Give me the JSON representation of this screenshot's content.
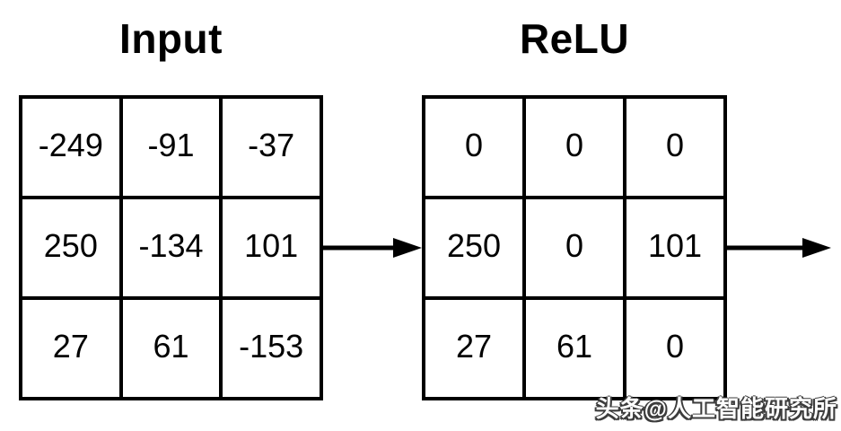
{
  "matrices": {
    "input": {
      "title": "Input",
      "rows": [
        [
          "-249",
          "-91",
          "-37"
        ],
        [
          "250",
          "-134",
          "101"
        ],
        [
          "27",
          "61",
          "-153"
        ]
      ]
    },
    "relu": {
      "title": "ReLU",
      "rows": [
        [
          "0",
          "0",
          "0"
        ],
        [
          "250",
          "0",
          "101"
        ],
        [
          "27",
          "61",
          "0"
        ]
      ]
    }
  },
  "icons": {
    "arrow_between": "arrow-right-icon",
    "arrow_output": "arrow-right-icon"
  },
  "watermark": {
    "text": "头条@人工智能研究所"
  },
  "colors": {
    "line": "#000000",
    "background": "#ffffff",
    "watermark_fill": "#ffffff",
    "watermark_shadow": "#3c3c3c"
  }
}
